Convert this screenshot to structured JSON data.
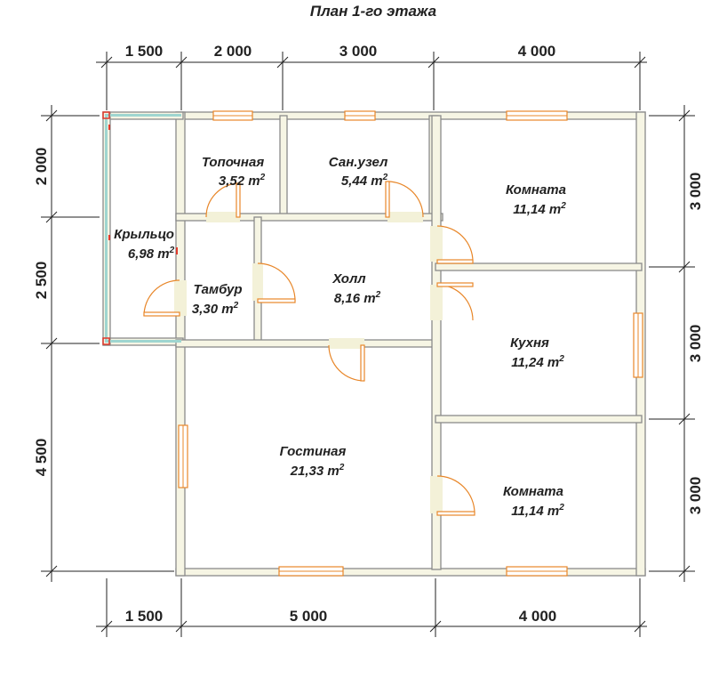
{
  "title": "План 1-го этажа",
  "dimensions": {
    "top": [
      "1 500",
      "2 000",
      "3 000",
      "4 000"
    ],
    "bottom": [
      "1 500",
      "5 000",
      "4 000"
    ],
    "left": [
      "2 000",
      "2 500",
      "4 500"
    ],
    "right": [
      "3 000",
      "3 000",
      "3 000"
    ]
  },
  "rooms": {
    "topochnaya": {
      "name": "Топочная",
      "area": "3,52 m",
      "unit_sup": "2"
    },
    "sanuzel": {
      "name": "Сан.узел",
      "area": "5,44 m",
      "unit_sup": "2"
    },
    "komnata1": {
      "name": "Комната",
      "area": "11,14 m",
      "unit_sup": "2"
    },
    "kryltso": {
      "name": "Крыльцо",
      "area": "6,98 m",
      "unit_sup": "2"
    },
    "tambur": {
      "name": "Тамбур",
      "area": "3,30 m",
      "unit_sup": "2"
    },
    "holl": {
      "name": "Холл",
      "area": "8,16 m",
      "unit_sup": "2"
    },
    "kuhnya": {
      "name": "Кухня",
      "area": "11,24 m",
      "unit_sup": "2"
    },
    "gostinaya": {
      "name": "Гостиная",
      "area": "21,33 m",
      "unit_sup": "2"
    },
    "komnata2": {
      "name": "Комната",
      "area": "11,14 m",
      "unit_sup": "2"
    }
  },
  "colors": {
    "wall_fill": "#f6f5e4",
    "wall_stroke": "#8a8a8a",
    "door_window": "#e8872a",
    "porch_rail": "#9fd6d0",
    "porch_post": "#e0392b"
  }
}
